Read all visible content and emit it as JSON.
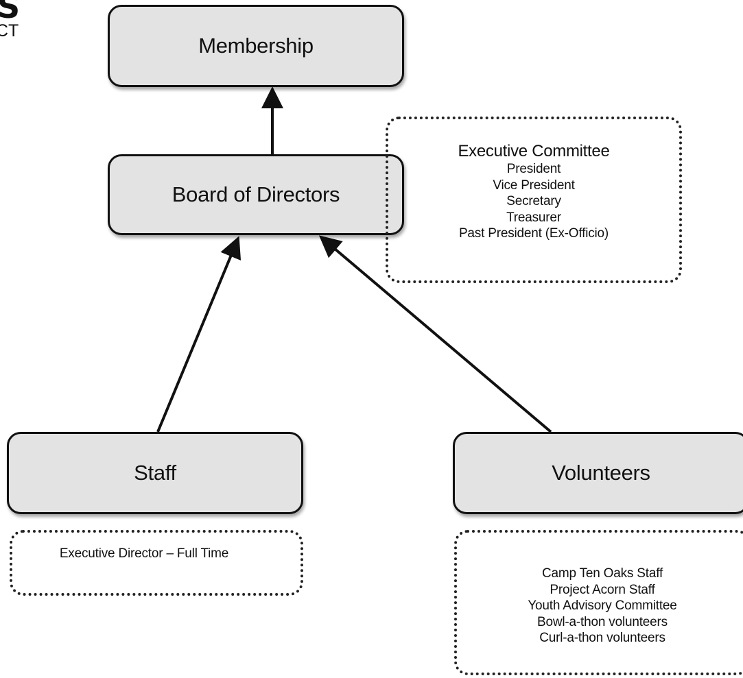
{
  "logo": {
    "top_text": "S",
    "bottom_text": "CT"
  },
  "nodes": {
    "membership": "Membership",
    "board": "Board of Directors",
    "staff": "Staff",
    "volunteers": "Volunteers"
  },
  "executive_committee": {
    "heading": "Executive Committee",
    "members": [
      "President",
      "Vice President",
      "Secretary",
      "Treasurer",
      "Past President (Ex-Officio)"
    ]
  },
  "staff_roles": [
    "Executive Director – Full Time"
  ],
  "volunteer_groups": [
    "Camp Ten Oaks Staff",
    "Project Acorn Staff",
    "Youth Advisory Committee",
    "Bowl-a-thon volunteers",
    "Curl-a-thon volunteers"
  ],
  "edges": [
    {
      "from": "Board of Directors",
      "to": "Membership"
    },
    {
      "from": "Staff",
      "to": "Board of Directors"
    },
    {
      "from": "Volunteers",
      "to": "Board of Directors"
    }
  ],
  "colors": {
    "node_fill": "#e3e3e3",
    "stroke": "#111111"
  }
}
